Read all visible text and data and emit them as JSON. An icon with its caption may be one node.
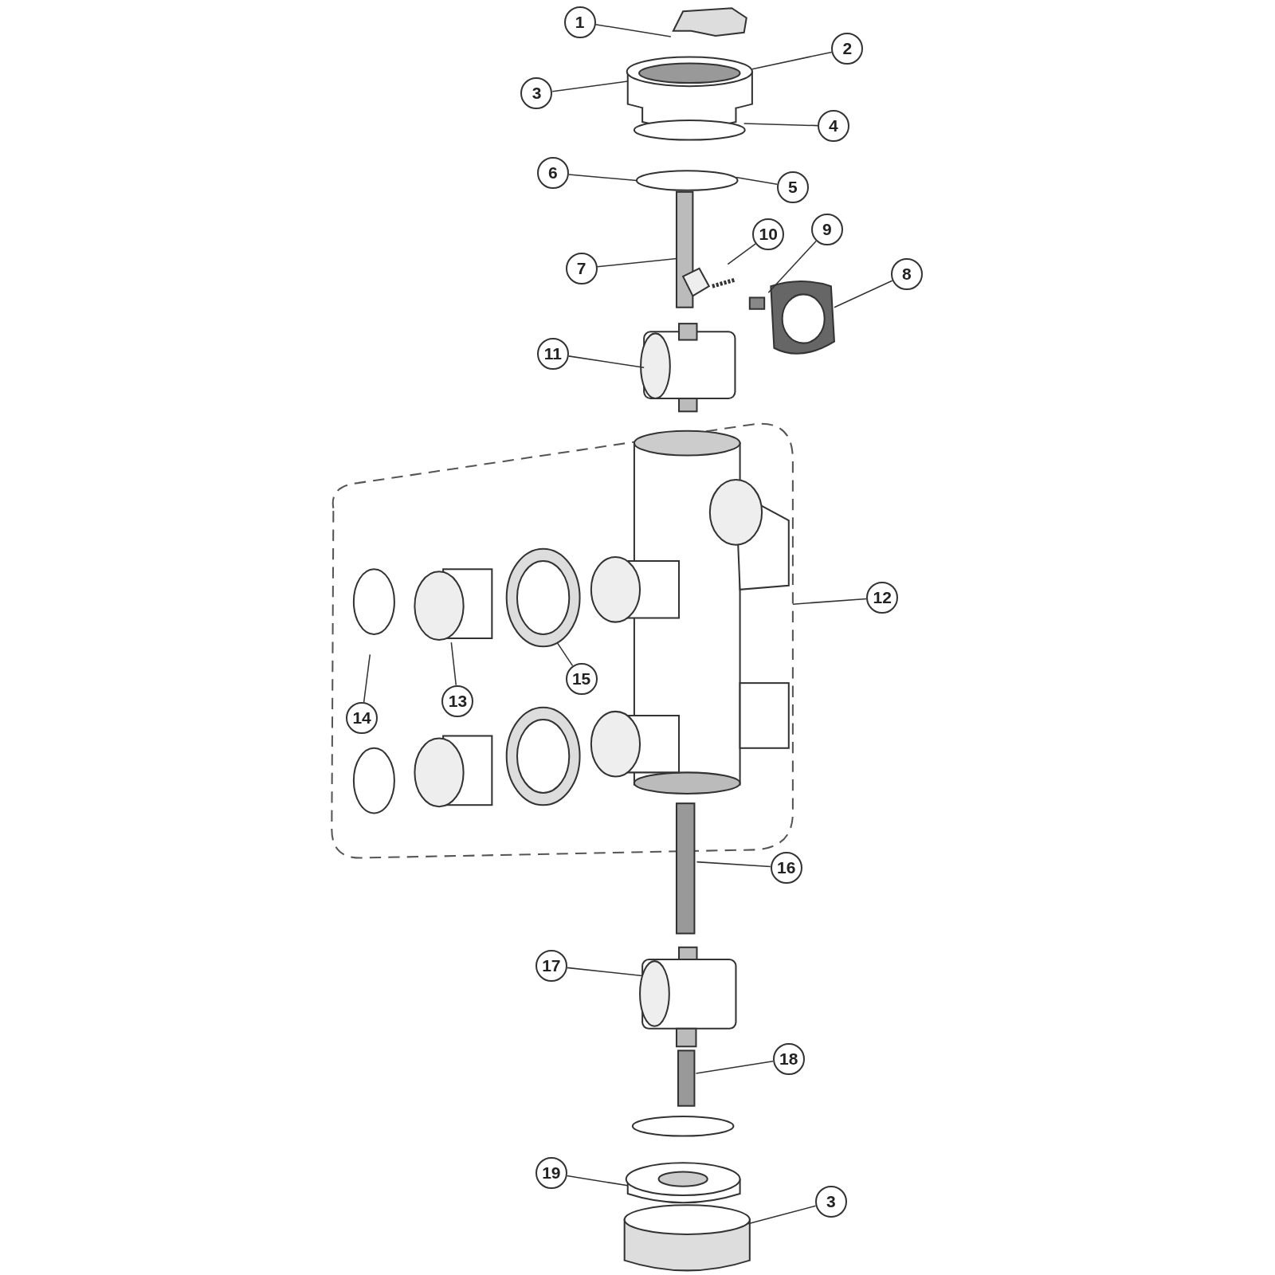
{
  "diagram": {
    "nodes": [
      {
        "text": [
          "1"
        ]
      },
      {
        "text": [
          "2"
        ]
      },
      {
        "text": [
          "3"
        ]
      },
      {
        "text": [
          "4"
        ]
      },
      {
        "text": [
          "6"
        ]
      },
      {
        "text": [
          "5"
        ]
      },
      {
        "text": [
          "10"
        ]
      },
      {
        "text": [
          "9"
        ]
      },
      {
        "text": [
          "7"
        ]
      },
      {
        "text": [
          "8"
        ]
      },
      {
        "text": [
          "11"
        ]
      },
      {
        "text": [
          "12"
        ]
      },
      {
        "text": [
          "15"
        ]
      },
      {
        "text": [
          "13"
        ]
      },
      {
        "text": [
          "14"
        ]
      },
      {
        "text": [
          "16"
        ]
      },
      {
        "text": [
          "17"
        ]
      },
      {
        "text": [
          "18"
        ]
      },
      {
        "text": [
          "19"
        ]
      },
      {
        "text": [
          "3"
        ]
      }
    ],
    "edges": [
      {
        "from": 0,
        "to": null,
        "arrow": "none"
      },
      {
        "from": 1,
        "to": null,
        "arrow": "none"
      },
      {
        "from": 2,
        "to": null,
        "arrow": "none"
      },
      {
        "from": 3,
        "to": null,
        "arrow": "none"
      },
      {
        "from": 4,
        "to": null,
        "arrow": "none"
      },
      {
        "from": 5,
        "to": null,
        "arrow": "none"
      },
      {
        "from": 6,
        "to": null,
        "arrow": "none"
      },
      {
        "from": 7,
        "to": null,
        "arrow": "none"
      },
      {
        "from": 8,
        "to": null,
        "arrow": "none"
      },
      {
        "from": 9,
        "to": null,
        "arrow": "none"
      },
      {
        "from": 10,
        "to": null,
        "arrow": "none"
      },
      {
        "from": 11,
        "to": null,
        "arrow": "none"
      },
      {
        "from": 12,
        "to": null,
        "arrow": "none"
      },
      {
        "from": 13,
        "to": null,
        "arrow": "none"
      },
      {
        "from": 14,
        "to": null,
        "arrow": "none"
      },
      {
        "from": 15,
        "to": null,
        "arrow": "none"
      },
      {
        "from": 16,
        "to": null,
        "arrow": "none"
      },
      {
        "from": 17,
        "to": null,
        "arrow": "none"
      },
      {
        "from": 18,
        "to": null,
        "arrow": "none"
      },
      {
        "from": 19,
        "to": null,
        "arrow": "none"
      }
    ]
  }
}
